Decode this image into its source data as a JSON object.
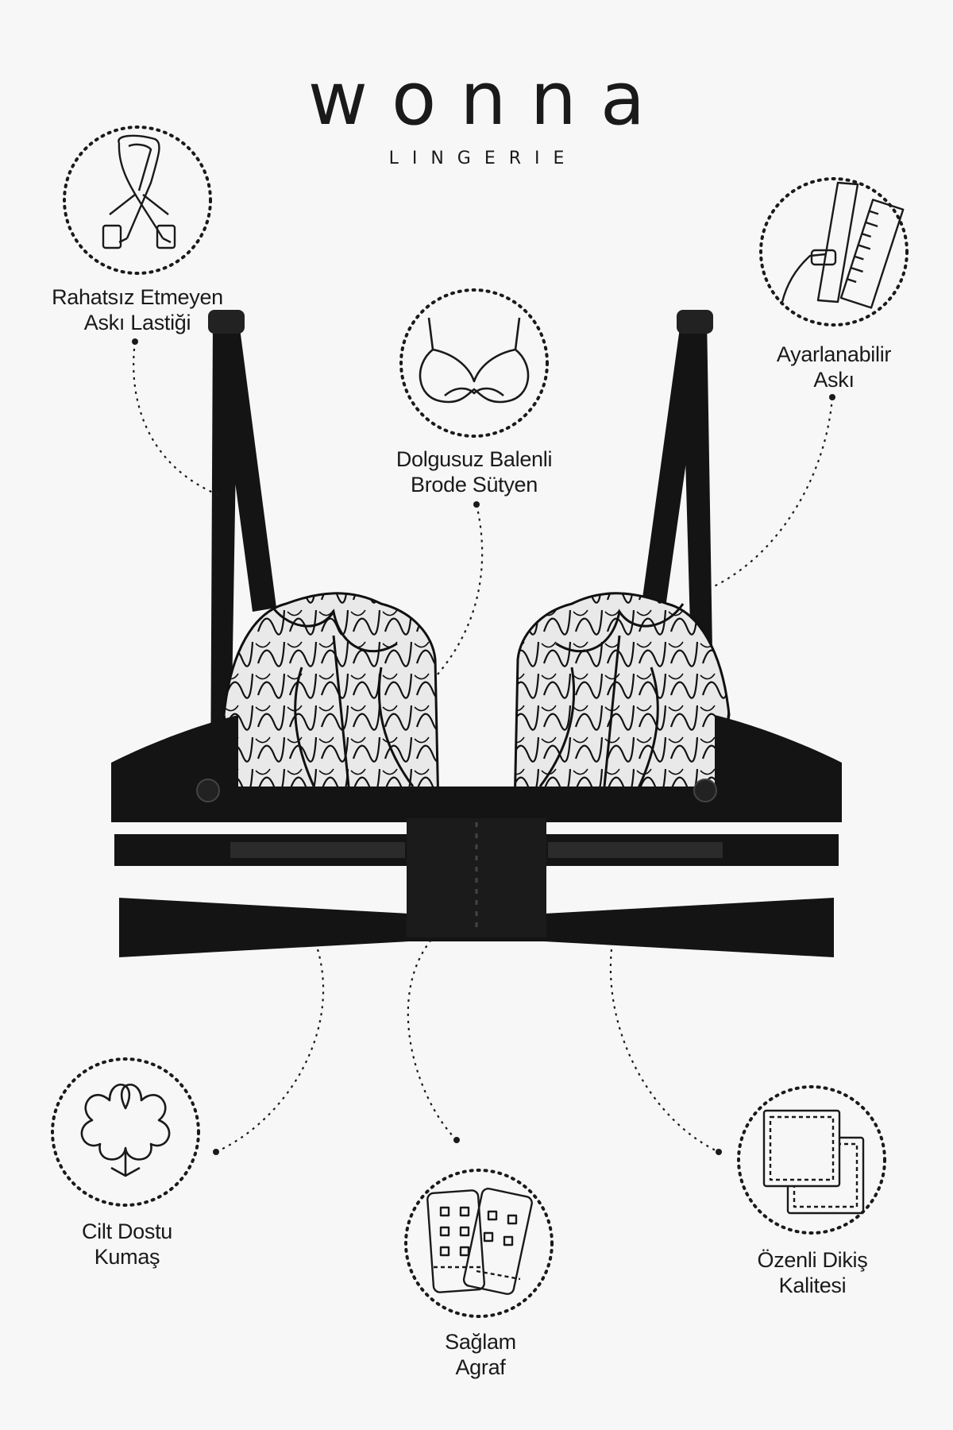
{
  "brand": {
    "name": "wonna",
    "tagline": "LINGERIE"
  },
  "features": {
    "strap_elastic": {
      "line1": "Rahatsız Etmeyen",
      "line2": "Askı Lastiği",
      "icon": "strap-icon"
    },
    "non_padded": {
      "line1": "Dolgusuz Balenli",
      "line2": "Brode Sütyen",
      "icon": "bra-icon"
    },
    "adjustable": {
      "line1": "Ayarlanabilir",
      "line2": "Askı",
      "icon": "ruler-strap-icon"
    },
    "skin_friendly": {
      "line1": "Cilt Dostu",
      "line2": "Kumaş",
      "icon": "cotton-icon"
    },
    "strong_hook": {
      "line1": "Sağlam",
      "line2": "Agraf",
      "icon": "hook-eye-icon"
    },
    "stitching": {
      "line1": "Özenli Dikiş",
      "line2": "Kalitesi",
      "icon": "stitch-icon"
    }
  },
  "colors": {
    "background": "#f7f7f7",
    "ink": "#1a1a1a",
    "garment": "#141414"
  }
}
